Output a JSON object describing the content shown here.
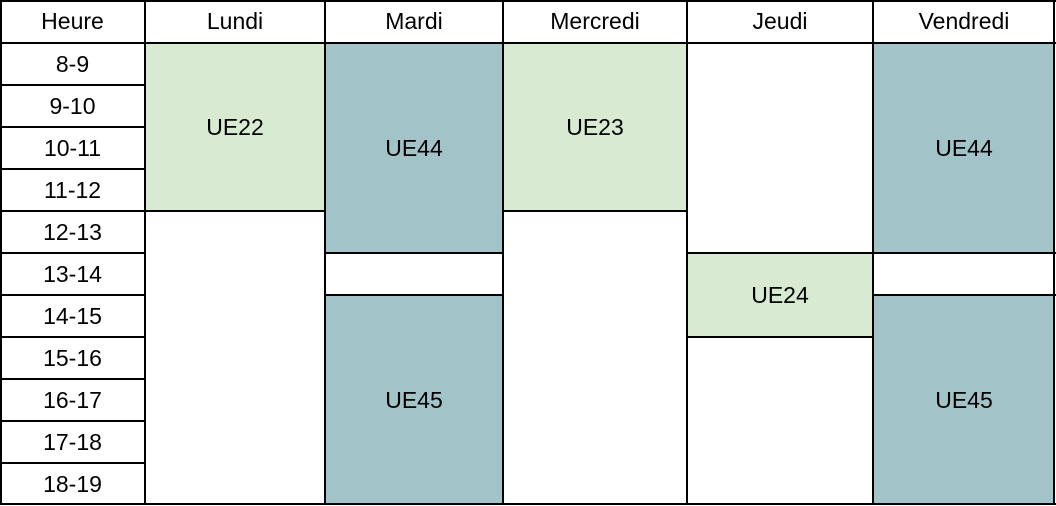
{
  "header": [
    "Heure",
    "Lundi",
    "Mardi",
    "Mercredi",
    "Jeudi",
    "Vendredi"
  ],
  "hours": [
    "8-9",
    "9-10",
    "10-11",
    "11-12",
    "12-13",
    "13-14",
    "14-15",
    "15-16",
    "16-17",
    "17-18",
    "18-19"
  ],
  "colors": {
    "green": "#d9ead3",
    "teal": "#a2c4c9",
    "empty": "#ffffff",
    "border": "#000000"
  },
  "blocks": [
    {
      "day": 1,
      "start": 0,
      "span": 4,
      "label": "UE22",
      "color": "green"
    },
    {
      "day": 1,
      "start": 4,
      "span": 7,
      "label": "",
      "color": "empty"
    },
    {
      "day": 2,
      "start": 0,
      "span": 5,
      "label": "UE44",
      "color": "teal"
    },
    {
      "day": 2,
      "start": 5,
      "span": 1,
      "label": "",
      "color": "empty"
    },
    {
      "day": 2,
      "start": 6,
      "span": 5,
      "label": "UE45",
      "color": "teal"
    },
    {
      "day": 3,
      "start": 0,
      "span": 4,
      "label": "UE23",
      "color": "green"
    },
    {
      "day": 3,
      "start": 4,
      "span": 7,
      "label": "",
      "color": "empty"
    },
    {
      "day": 4,
      "start": 0,
      "span": 5,
      "label": "",
      "color": "empty"
    },
    {
      "day": 4,
      "start": 5,
      "span": 2,
      "label": "UE24",
      "color": "green"
    },
    {
      "day": 4,
      "start": 7,
      "span": 4,
      "label": "",
      "color": "empty"
    },
    {
      "day": 5,
      "start": 0,
      "span": 5,
      "label": "UE44",
      "color": "teal"
    },
    {
      "day": 5,
      "start": 5,
      "span": 1,
      "label": "",
      "color": "empty"
    },
    {
      "day": 5,
      "start": 6,
      "span": 5,
      "label": "UE45",
      "color": "teal"
    }
  ]
}
